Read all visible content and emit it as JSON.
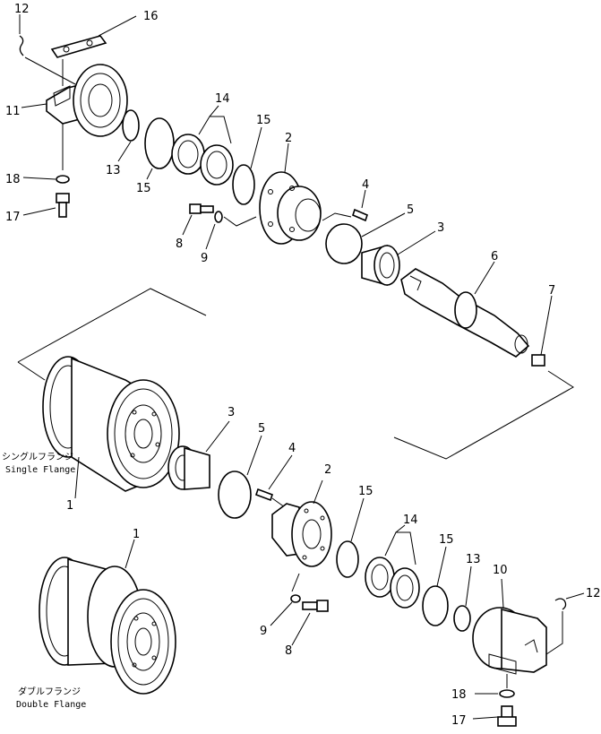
{
  "diagram": {
    "callouts": {
      "u12": "12",
      "u16": "16",
      "u11": "11",
      "u13": "13",
      "u14": "14",
      "u15a": "15",
      "u15b": "15",
      "u2": "2",
      "u4": "4",
      "u5": "5",
      "u3": "3",
      "u6": "6",
      "u7": "7",
      "u8": "8",
      "u9": "9",
      "u18": "18",
      "u17": "17",
      "m3": "3",
      "m5": "5",
      "m4": "4",
      "m2": "2",
      "m1": "1",
      "l1": "1",
      "l15a": "15",
      "l14": "14",
      "l15b": "15",
      "l13": "13",
      "l10": "10",
      "l12": "12",
      "l9": "9",
      "l8": "8",
      "l18": "18",
      "l17": "17"
    },
    "captions": {
      "single_jp": "シングルフランジ",
      "single_en": "Single Flange",
      "double_jp": "ダブルフランジ",
      "double_en": "Double Flange"
    }
  }
}
